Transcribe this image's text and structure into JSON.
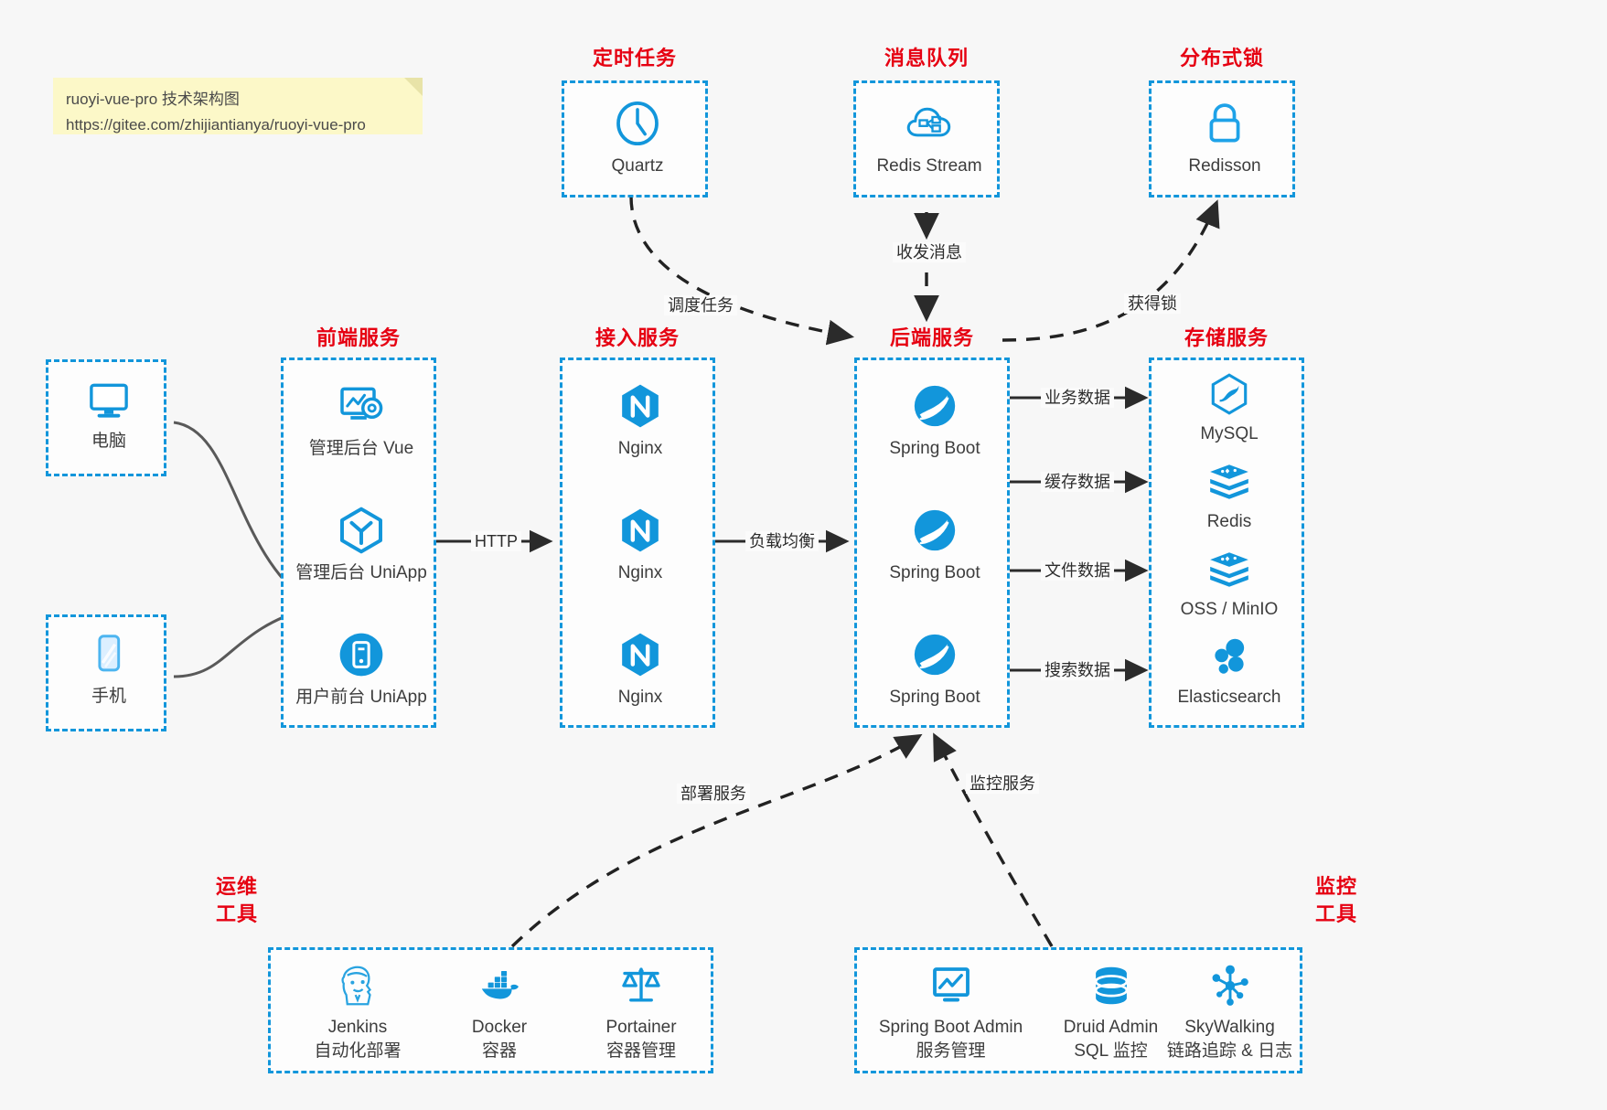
{
  "note": {
    "line1": "ruoyi-vue-pro 技术架构图",
    "line2": "https://gitee.com/zhijiantianya/ruoyi-vue-pro"
  },
  "colors": {
    "accent_blue": "#1296db",
    "title_red": "#e60012",
    "arrow_dark": "#2b2b2b",
    "device_arrow_gray": "#595959",
    "note_bg": "#fcf8c8",
    "page_bg": "#f7f7f7"
  },
  "groups": {
    "scheduled_task": "定时任务",
    "message_queue": "消息队列",
    "distributed_lock": "分布式锁",
    "frontend_service": "前端服务",
    "access_service": "接入服务",
    "backend_service": "后端服务",
    "storage_service": "存储服务",
    "devops_tools_line1": "运维",
    "devops_tools_line2": "工具",
    "monitor_tools_line1": "监控",
    "monitor_tools_line2": "工具"
  },
  "nodes": {
    "quartz": {
      "label": "Quartz",
      "icon": "clock-icon"
    },
    "redis_stream": {
      "label": "Redis Stream",
      "icon": "cloud-stream-icon"
    },
    "redisson": {
      "label": "Redisson",
      "icon": "lock-icon"
    },
    "computer": {
      "label": "电脑",
      "icon": "desktop-icon"
    },
    "phone": {
      "label": "手机",
      "icon": "mobile-icon"
    },
    "admin_vue": {
      "label": "管理后台 Vue",
      "icon": "dashboard-settings-icon"
    },
    "admin_uniapp": {
      "label": "管理后台 UniApp",
      "icon": "cube-icon"
    },
    "user_uniapp": {
      "label": "用户前台 UniApp",
      "icon": "app-window-icon"
    },
    "nginx_1": {
      "label": "Nginx",
      "icon": "nginx-icon"
    },
    "nginx_2": {
      "label": "Nginx",
      "icon": "nginx-icon"
    },
    "nginx_3": {
      "label": "Nginx",
      "icon": "nginx-icon"
    },
    "spring_boot_1": {
      "label": "Spring Boot",
      "icon": "spring-boot-icon"
    },
    "spring_boot_2": {
      "label": "Spring Boot",
      "icon": "spring-boot-icon"
    },
    "spring_boot_3": {
      "label": "Spring Boot",
      "icon": "spring-boot-icon"
    },
    "mysql": {
      "label": "MySQL",
      "icon": "mysql-icon"
    },
    "redis": {
      "label": "Redis",
      "icon": "redis-layers-icon"
    },
    "oss_minio": {
      "label": "OSS / MinIO",
      "icon": "storage-layers-icon"
    },
    "elasticsearch": {
      "label": "Elasticsearch",
      "icon": "elasticsearch-icon"
    },
    "jenkins": {
      "label": "Jenkins",
      "sub": "自动化部署",
      "icon": "jenkins-icon"
    },
    "docker": {
      "label": "Docker",
      "sub": "容器",
      "icon": "docker-icon"
    },
    "portainer": {
      "label": "Portainer",
      "sub": "容器管理",
      "icon": "scales-icon"
    },
    "spring_boot_admin": {
      "label": "Spring Boot Admin",
      "sub": "服务管理",
      "icon": "monitor-chart-icon"
    },
    "druid_admin": {
      "label": "Druid Admin",
      "sub": "SQL 监控",
      "icon": "database-icon"
    },
    "skywalking": {
      "label": "SkyWalking",
      "sub": "链路追踪 & 日志",
      "icon": "skywalking-icon"
    }
  },
  "edges": {
    "http": "HTTP",
    "load_balance": "负载均衡",
    "schedule_task": "调度任务",
    "send_receive_message": "收发消息",
    "acquire_lock": "获得锁",
    "business_data": "业务数据",
    "cache_data": "缓存数据",
    "file_data": "文件数据",
    "search_data": "搜索数据",
    "deploy_service": "部署服务",
    "monitor_service": "监控服务"
  }
}
